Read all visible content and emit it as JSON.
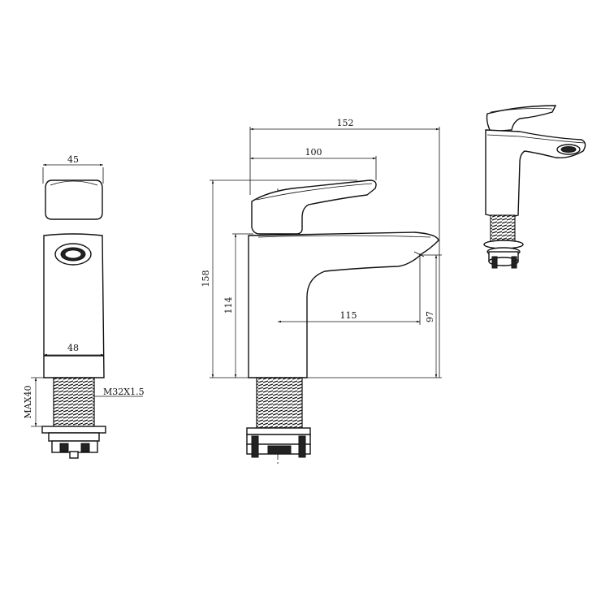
{
  "side_view": {
    "dims": {
      "top_width": "45",
      "body_width": "48",
      "max_deck": "MAX40",
      "thread": "M32X1.5"
    }
  },
  "front_view": {
    "dims": {
      "overall_reach": "152",
      "handle_reach": "100",
      "overall_height": "158",
      "body_height": "114",
      "spout_reach": "115",
      "spout_height": "97"
    }
  }
}
